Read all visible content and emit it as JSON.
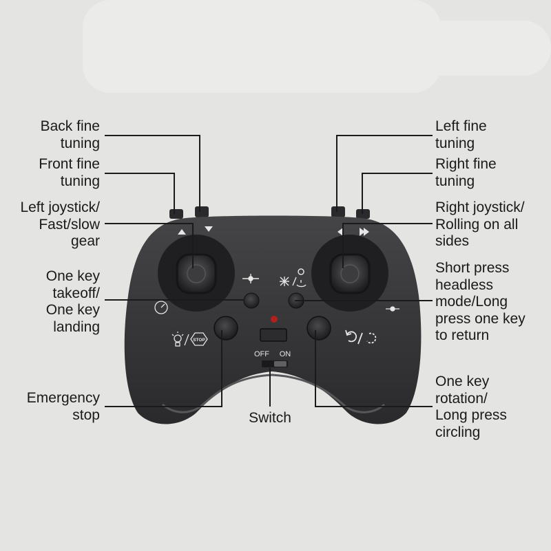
{
  "colors": {
    "background": "#e4e4e2",
    "controller_body": "#3a3a3c",
    "controller_dark": "#1f1f21",
    "leader_line": "#1a1a1a",
    "indicator_led": "#b0201c"
  },
  "labels": {
    "back_fine_tuning": "Back fine\ntuning",
    "front_fine_tuning": "Front fine\ntuning",
    "left_joystick": "Left joystick/\nFast/slow\ngear",
    "one_key_takeoff": "One key\ntakeoff/\nOne key\nlanding",
    "emergency_stop": "Emergency\nstop",
    "switch": "Switch",
    "left_fine_tuning": "Left fine\ntuning",
    "right_fine_tuning": "Right fine\ntuning",
    "right_joystick": "Right joystick/\nRolling on all\nsides",
    "headless_mode": "Short press\nheadless\nmode/Long\npress one key\nto return",
    "one_key_rotation": "One key\nrotation/\nLong press\ncircling"
  },
  "controller": {
    "switch_off": "OFF",
    "switch_on": "ON",
    "stop_badge": "STOP"
  },
  "icons": {
    "front_trim": "arrow-up-icon",
    "back_trim": "arrow-down-icon",
    "left_trim": "arrow-left-icon",
    "right_trim": "arrow-right-icon",
    "takeoff": "drone-takeoff-icon",
    "headless": "headless-mode-icon",
    "speed": "speed-gauge-icon",
    "light_stop": "light-stop-icon",
    "rotation": "rotation-icon",
    "calibrate": "drone-calibrate-icon"
  }
}
